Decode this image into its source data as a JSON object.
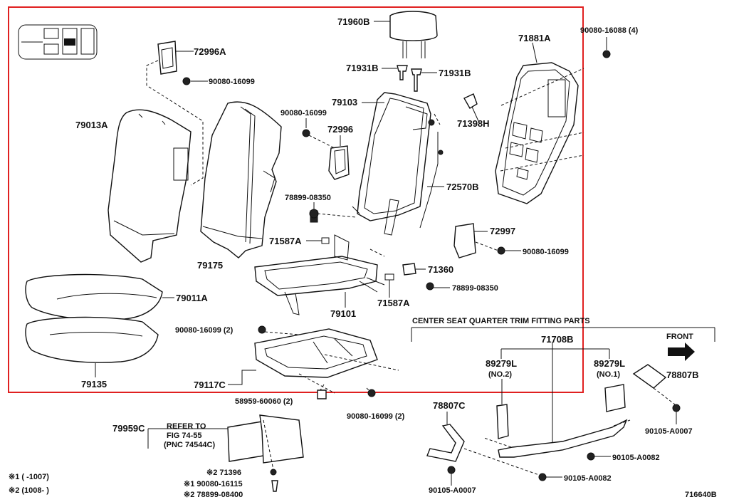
{
  "diagram": {
    "labels": {
      "headrest": "71960B",
      "guide_left": "71931B",
      "guide_right": "71931B",
      "frame": "79103",
      "back_cover": "71881A",
      "clip_top_right": "90080-16088 (4)",
      "cover_top": "72996A",
      "screw_top": "90080-16099",
      "seatback_cover": "79013A",
      "seatback_pad": "79175",
      "screw_mid": "90080-16099",
      "cover_mid": "72996",
      "hinge": "71398H",
      "lock_cable": "72570B",
      "bolt_mid": "78899-08350",
      "bracket_left": "71587A",
      "lock_cover": "72997",
      "screw_lock": "90080-16099",
      "stopper": "71360",
      "bolt_low": "78899-08350",
      "bracket_right": "71587A",
      "cushion_cover": "79011A",
      "cushion_frame": "79101",
      "cushion_pad": "79135",
      "screw_base": "90080-16099 (2)",
      "base_frame": "79117C",
      "grommet": "58959-60060 (2)",
      "screw_base2": "90080-16099 (2)",
      "section_title": "CENTER SEAT QUARTER TRIM FITTING PARTS",
      "trim_assy": "71708B",
      "front": "FRONT",
      "clip_left": "89279L",
      "clip_left_note": "(NO.2)",
      "clip_right": "89279L",
      "clip_right_note": "(NO.1)",
      "bracket_front_right": "78807B",
      "bracket_front_left": "78807C",
      "bolt_r1": "90105-A0007",
      "bolt_r2": "90105-A0082",
      "bolt_r3": "90105-A0082",
      "bolt_l": "90105-A0007",
      "panel": "79959C",
      "refer_1": "REFER TO",
      "refer_2": "FIG 74-55",
      "refer_3": "(PNC 74544C)",
      "note2_part": "※2 71396",
      "note1_part": "※1 90080-16115",
      "note2_part_b": "※2 78899-08400",
      "legend_1": "※1 (       -1007)",
      "legend_2": "※2 (1008-        )",
      "figure_id": "716640B"
    }
  }
}
